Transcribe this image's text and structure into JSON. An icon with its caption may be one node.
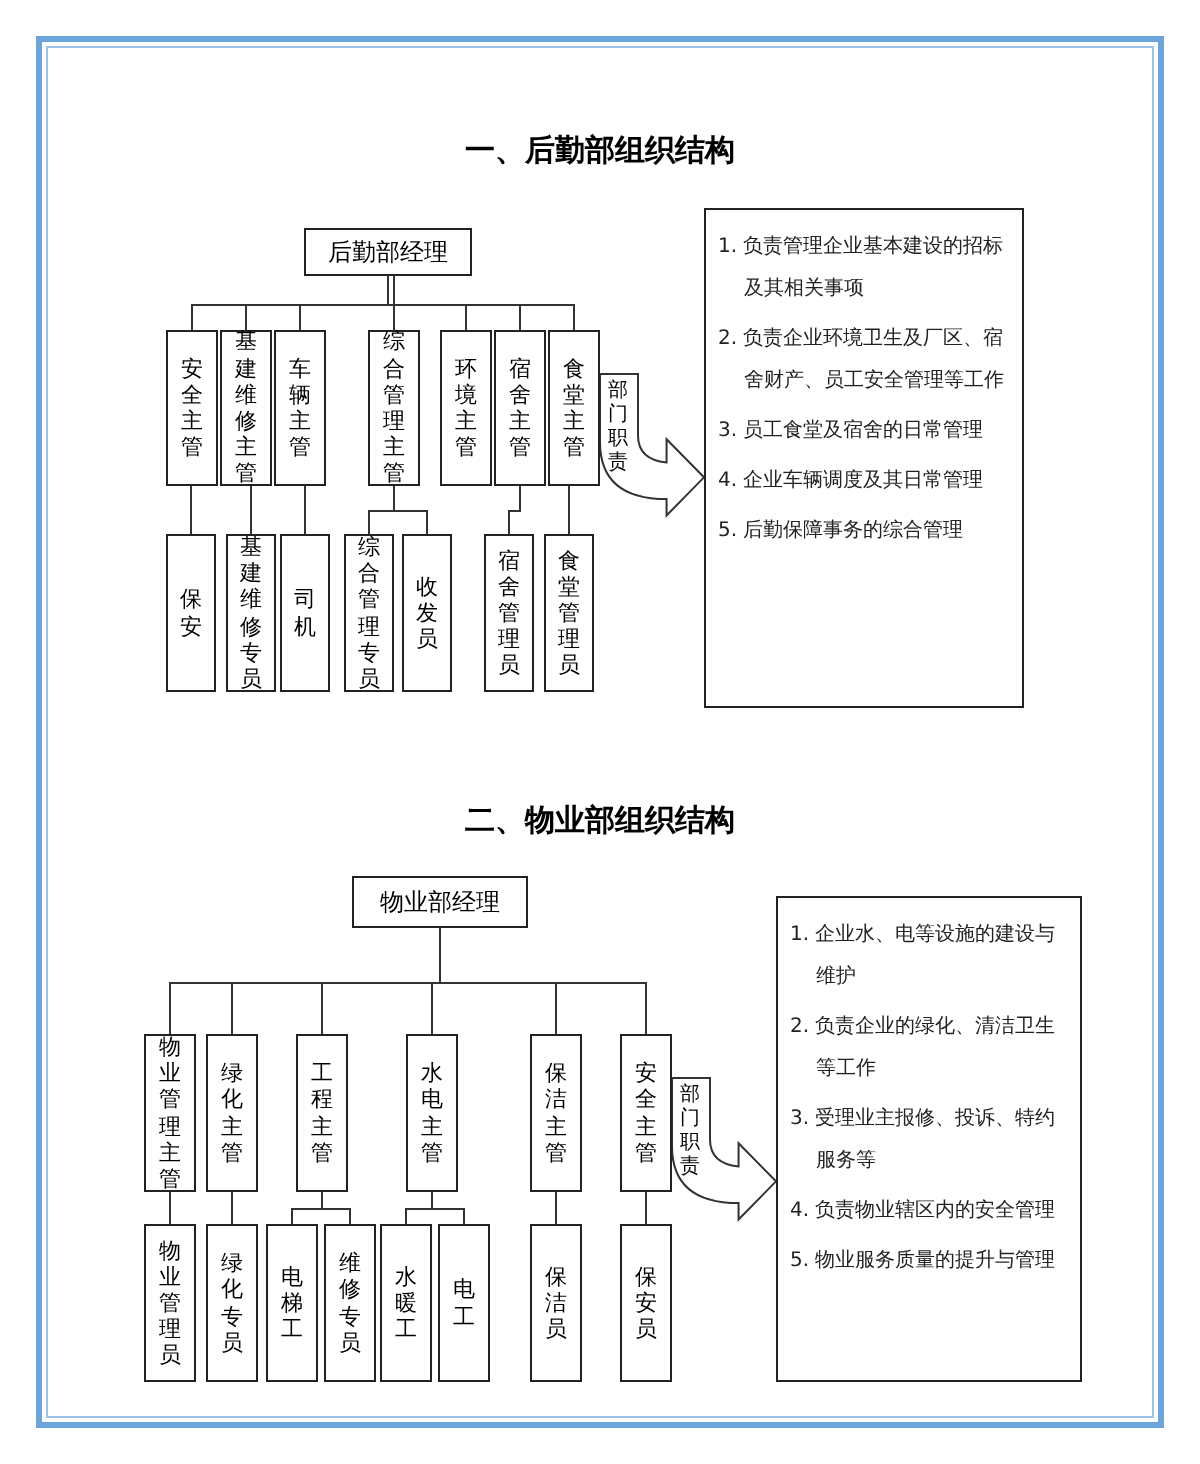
{
  "diagram": {
    "nodes": [
      {
        "text": [
          "后勤部经理"
        ]
      },
      {
        "text": [
          "安全主管"
        ]
      },
      {
        "text": [
          "基建维修主管"
        ]
      },
      {
        "text": [
          "车辆主管"
        ]
      },
      {
        "text": [
          "综合管理主管"
        ]
      },
      {
        "text": [
          "环境主管"
        ]
      },
      {
        "text": [
          "宿舍主管"
        ]
      },
      {
        "text": [
          "食堂主管"
        ]
      },
      {
        "text": [
          "保安"
        ]
      },
      {
        "text": [
          "基建维修专员"
        ]
      },
      {
        "text": [
          "司机"
        ]
      },
      {
        "text": [
          "综合管理专员"
        ]
      },
      {
        "text": [
          "收发员"
        ]
      },
      {
        "text": [
          "宿舍管理员"
        ]
      },
      {
        "text": [
          "食堂管理员"
        ]
      },
      {
        "text": [
          "1. 负责管理企业基本建设的招标及其相关事项",
          "2. 负责企业环境卫生及厂区、宿舍财产、员工安全管理等工作",
          "3. 员工食堂及宿舍的日常管理",
          "4. 企业车辆调度及其日常管理",
          "5. 后勤保障事务的综合管理"
        ]
      },
      {
        "text": [
          "物业部经理"
        ]
      },
      {
        "text": [
          "物业管理主管"
        ]
      },
      {
        "text": [
          "绿化主管"
        ]
      },
      {
        "text": [
          "工程主管"
        ]
      },
      {
        "text": [
          "水电主管"
        ]
      },
      {
        "text": [
          "保洁主管"
        ]
      },
      {
        "text": [
          "安全主管"
        ]
      },
      {
        "text": [
          "物业管理员"
        ]
      },
      {
        "text": [
          "绿化专员"
        ]
      },
      {
        "text": [
          "电梯工"
        ]
      },
      {
        "text": [
          "维修专员"
        ]
      },
      {
        "text": [
          "水暖工"
        ]
      },
      {
        "text": [
          "电工"
        ]
      },
      {
        "text": [
          "保洁员"
        ]
      },
      {
        "text": [
          "保安员"
        ]
      },
      {
        "text": [
          "1. 企业水、电等设施的建设与维护",
          "2. 负责企业的绿化、清洁卫生等工作",
          "3. 受理业主报修、投诉、特约服务等",
          "4. 负责物业辖区内的安全管理",
          "5. 物业服务质量的提升与管理"
        ]
      }
    ],
    "edges": [
      {
        "from": 0,
        "to": 1,
        "arrow": "none"
      },
      {
        "from": 0,
        "to": 2,
        "arrow": "none"
      },
      {
        "from": 0,
        "to": 3,
        "arrow": "none"
      },
      {
        "from": 0,
        "to": 4,
        "arrow": "none"
      },
      {
        "from": 0,
        "to": 5,
        "arrow": "none"
      },
      {
        "from": 0,
        "to": 6,
        "arrow": "none"
      },
      {
        "from": 0,
        "to": 7,
        "arrow": "none"
      },
      {
        "from": 1,
        "to": 8,
        "arrow": "none"
      },
      {
        "from": 2,
        "to": 9,
        "arrow": "none"
      },
      {
        "from": 3,
        "to": 10,
        "arrow": "none"
      },
      {
        "from": 4,
        "to": 11,
        "arrow": "none"
      },
      {
        "from": 4,
        "to": 12,
        "arrow": "none"
      },
      {
        "from": 6,
        "to": 13,
        "arrow": "none"
      },
      {
        "from": 7,
        "to": 14,
        "arrow": "none"
      },
      {
        "from": 7,
        "to": 15,
        "arrow": "to",
        "label": "部门职责",
        "style": "thick"
      },
      {
        "from": 16,
        "to": 17,
        "arrow": "none"
      },
      {
        "from": 16,
        "to": 18,
        "arrow": "none"
      },
      {
        "from": 16,
        "to": 19,
        "arrow": "none"
      },
      {
        "from": 16,
        "to": 20,
        "arrow": "none"
      },
      {
        "from": 16,
        "to": 21,
        "arrow": "none"
      },
      {
        "from": 16,
        "to": 22,
        "arrow": "none"
      },
      {
        "from": 17,
        "to": 23,
        "arrow": "none"
      },
      {
        "from": 18,
        "to": 24,
        "arrow": "none"
      },
      {
        "from": 19,
        "to": 25,
        "arrow": "none"
      },
      {
        "from": 19,
        "to": 26,
        "arrow": "none"
      },
      {
        "from": 20,
        "to": 27,
        "arrow": "none"
      },
      {
        "from": 20,
        "to": 28,
        "arrow": "none"
      },
      {
        "from": 21,
        "to": 29,
        "arrow": "none"
      },
      {
        "from": 22,
        "to": 30,
        "arrow": "none"
      },
      {
        "from": 22,
        "to": 31,
        "arrow": "to",
        "label": "部门职责",
        "style": "thick"
      }
    ],
    "labels": [
      "一、后勤部组织结构",
      "二、物业部组织结构"
    ]
  }
}
